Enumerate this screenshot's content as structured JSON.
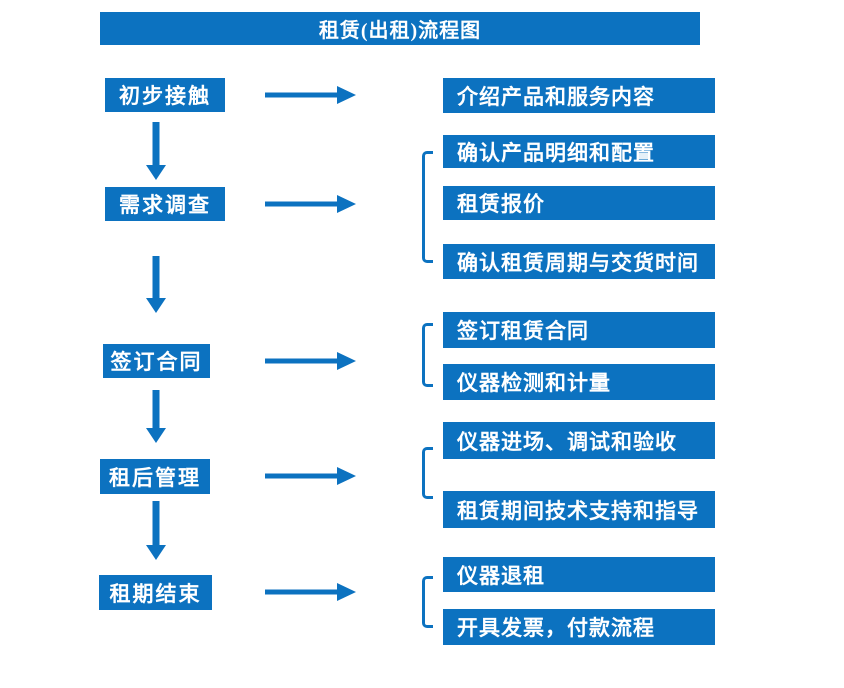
{
  "title": "租赁(出租)流程图",
  "colors": {
    "primary_blue": "#0C72C0",
    "text_on_primary": "#FFFFFF",
    "background": "#FFFFFF"
  },
  "flow": {
    "steps": [
      {
        "label": "初步接触",
        "outputs": [
          "介绍产品和服务内容"
        ]
      },
      {
        "label": "需求调查",
        "outputs": [
          "确认产品明细和配置",
          "租赁报价",
          "确认租赁周期与交货时间"
        ]
      },
      {
        "label": "签订合同",
        "outputs": [
          "签订租赁合同",
          "仪器检测和计量"
        ]
      },
      {
        "label": "租后管理",
        "outputs": [
          "仪器进场、调试和验收",
          "租赁期间技术支持和指导"
        ]
      },
      {
        "label": "租期结束",
        "outputs": [
          "仪器退租",
          "开具发票，付款流程"
        ]
      }
    ]
  }
}
